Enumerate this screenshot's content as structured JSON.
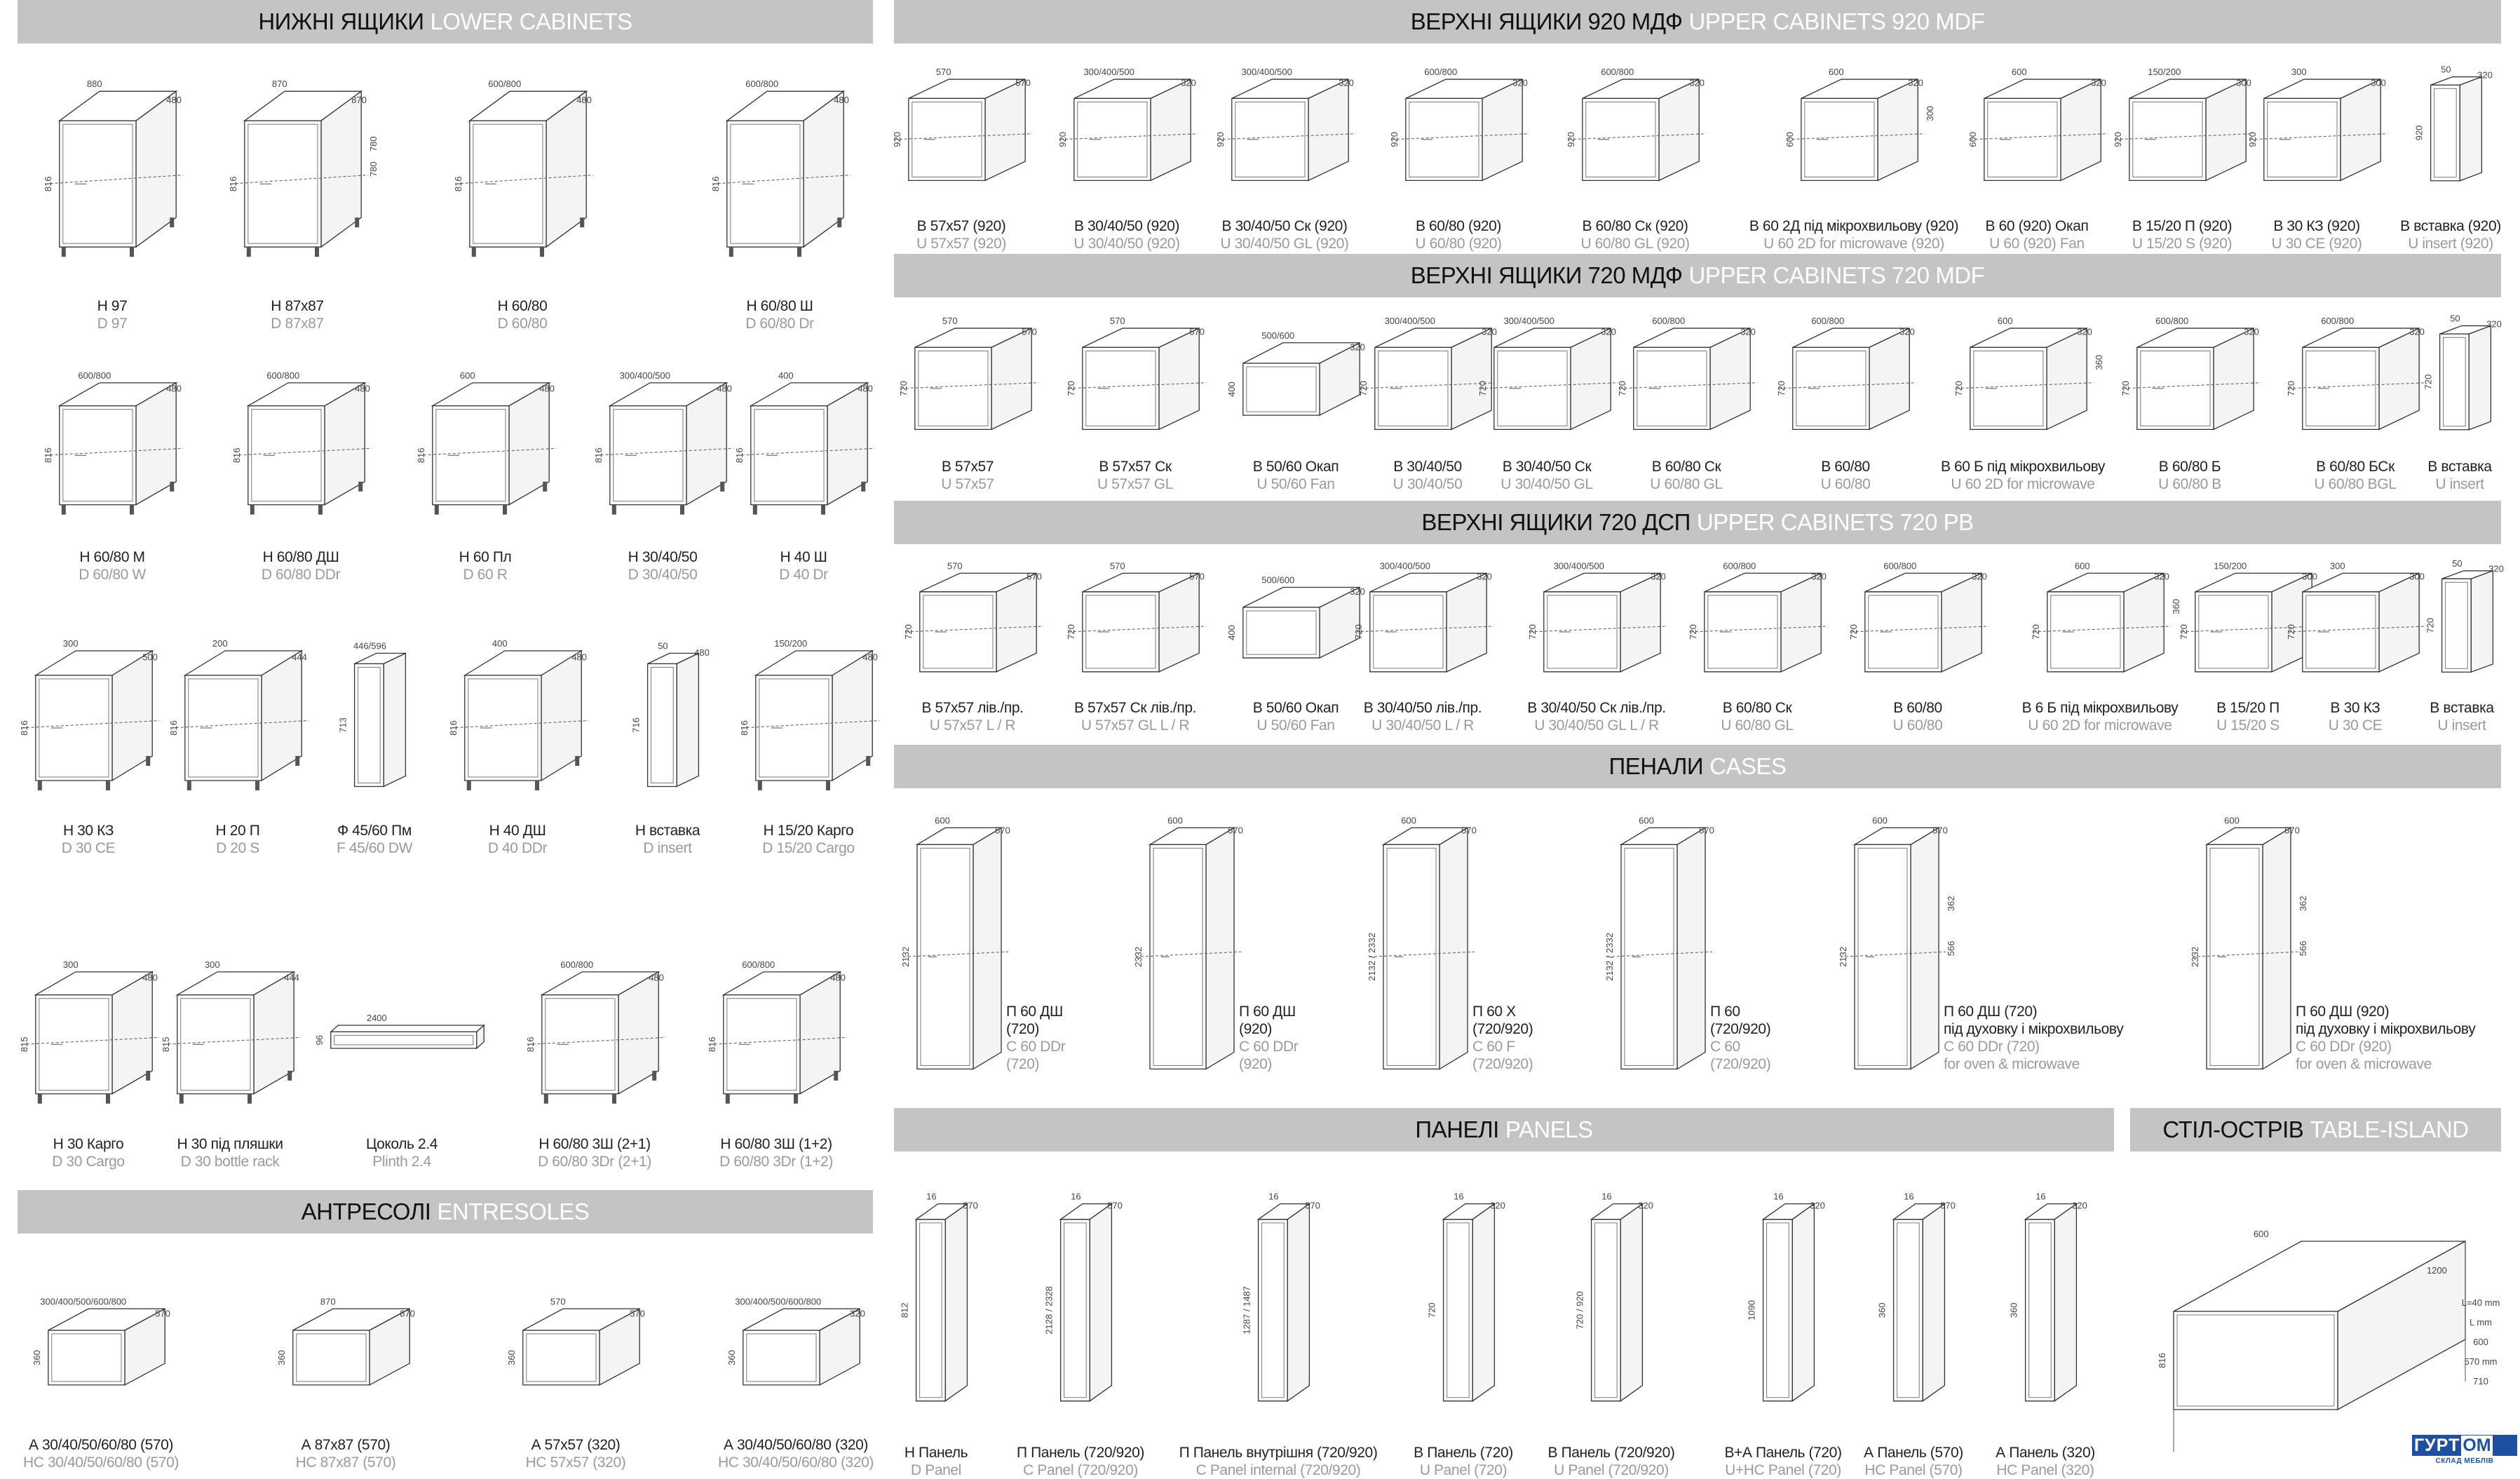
{
  "colors": {
    "header_bg": "#c4c4c4",
    "label": "#222222",
    "code": "#9a9a9a",
    "brand": "#1f4fa0"
  },
  "sections": {
    "lower": {
      "title_ua": "НИЖНІ ЯЩИКИ",
      "title_en": "LOWER CABINETS",
      "groups": [
        [
          {
            "name": "Н 97",
            "code": "D 97",
            "kind": "base",
            "dims": [
              "880",
              "480",
              "816"
            ]
          },
          {
            "name": "Н 87х87",
            "code": "D 87x87",
            "kind": "base",
            "dims": [
              "870",
              "870",
              "816",
              "780",
              "780"
            ]
          },
          {
            "name": "Н 60/80",
            "code": "D 60/80",
            "kind": "base",
            "dims": [
              "600/800",
              "480",
              "816"
            ]
          },
          {
            "name": "Н 60/80 Ш",
            "code": "D 60/80 Dr",
            "kind": "base",
            "dims": [
              "600/800",
              "480",
              "816"
            ]
          }
        ],
        [
          {
            "name": "Н 60/80 М",
            "code": "D 60/80 W",
            "kind": "base",
            "dims": [
              "600/800",
              "480",
              "816"
            ]
          },
          {
            "name": "Н 60/80 ДШ",
            "code": "D 60/80 DDr",
            "kind": "base",
            "dims": [
              "600/800",
              "480",
              "816"
            ]
          },
          {
            "name": "Н 60 Пл",
            "code": "D 60 R",
            "kind": "base",
            "dims": [
              "600",
              "480",
              "816"
            ]
          },
          {
            "name": "Н 30/40/50",
            "code": "D 30/40/50",
            "kind": "base",
            "dims": [
              "300/400/500",
              "480",
              "816"
            ]
          },
          {
            "name": "Н 40 Ш",
            "code": "D 40 Dr",
            "kind": "base",
            "dims": [
              "400",
              "480",
              "816"
            ]
          }
        ],
        [
          {
            "name": "Н 30 КЗ",
            "code": "D 30 CE",
            "kind": "base",
            "dims": [
              "300",
              "500",
              "816"
            ]
          },
          {
            "name": "Н 20 П",
            "code": "D 20 S",
            "kind": "base",
            "dims": [
              "200",
              "444",
              "816"
            ]
          },
          {
            "name": "Ф 45/60 Пм",
            "code": "F 45/60 DW",
            "kind": "panel",
            "dims": [
              "446/596",
              "",
              "713"
            ]
          },
          {
            "name": "Н 40 ДШ",
            "code": "D 40 DDr",
            "kind": "base",
            "dims": [
              "400",
              "480",
              "816"
            ]
          },
          {
            "name": "Н вставка",
            "code": "D insert",
            "kind": "panel",
            "dims": [
              "50",
              "480",
              "716"
            ]
          },
          {
            "name": "Н 15/20 Карго",
            "code": "D 15/20 Cargo",
            "kind": "base",
            "dims": [
              "150/200",
              "480",
              "816"
            ]
          }
        ],
        [
          {
            "name": "Н 30 Карго",
            "code": "D 30 Cargo",
            "kind": "base",
            "dims": [
              "300",
              "480",
              "815"
            ]
          },
          {
            "name": "Н 30 під пляшки",
            "code": "D 30 bottle rack",
            "kind": "base",
            "dims": [
              "300",
              "444",
              "815"
            ]
          },
          {
            "name": "Цоколь 2.4",
            "code": "Plinth  2.4",
            "kind": "plinth",
            "dims": [
              "2400",
              "",
              "96"
            ]
          },
          {
            "name": "Н 60/80 3Ш (2+1)",
            "code": "D 60/80 3Dr (2+1)",
            "kind": "base",
            "dims": [
              "600/800",
              "480",
              "816"
            ]
          },
          {
            "name": "Н 60/80 3Ш (1+2)",
            "code": "D 60/80 3Dr (1+2)",
            "kind": "base",
            "dims": [
              "600/800",
              "480",
              "816"
            ]
          }
        ]
      ]
    },
    "entresoles": {
      "title_ua": "АНТРЕСОЛІ",
      "title_en": "ENTRESOLES",
      "groups": [
        [
          {
            "name": "А 30/40/50/60/80 (570)",
            "code": "НС 30/40/50/60/80 (570)",
            "kind": "wall",
            "dims": [
              "300/400/500/600/800",
              "570",
              "360"
            ]
          },
          {
            "name": "А 87х87 (570)",
            "code": "НС 87x87 (570)",
            "kind": "wall",
            "dims": [
              "870",
              "870",
              "360"
            ]
          },
          {
            "name": "А 57х57 (320)",
            "code": "НС 57x57 (320)",
            "kind": "wall",
            "dims": [
              "570",
              "570",
              "360"
            ]
          },
          {
            "name": "А 30/40/50/60/80 (320)",
            "code": "НС 30/40/50/60/80 (320)",
            "kind": "wall",
            "dims": [
              "300/400/500/600/800",
              "320",
              "360"
            ]
          }
        ]
      ]
    },
    "upper920": {
      "title_ua": "ВЕРХНІ ЯЩИКИ 920 МДФ",
      "title_en": "UPPER CABINETS 920 MDF",
      "groups": [
        [
          {
            "name": "В 57х57 (920)",
            "code": "U 57x57 (920)",
            "kind": "upper",
            "dims": [
              "570",
              "570",
              "920"
            ]
          },
          {
            "name": "В 30/40/50 (920)",
            "code": "U 30/40/50 (920)",
            "kind": "upper",
            "dims": [
              "300/400/500",
              "320",
              "920"
            ]
          },
          {
            "name": "В 30/40/50 Ск (920)",
            "code": "U 30/40/50 GL (920)",
            "kind": "upper",
            "dims": [
              "300/400/500",
              "320",
              "920"
            ]
          },
          {
            "name": "В 60/80 (920)",
            "code": "U 60/80 (920)",
            "kind": "upper",
            "dims": [
              "600/800",
              "320",
              "920"
            ]
          },
          {
            "name": "В 60/80 Ск (920)",
            "code": "U 60/80 GL (920)",
            "kind": "upper",
            "dims": [
              "600/800",
              "320",
              "920"
            ]
          },
          {
            "name": "В 60 2Д під мікрохвильову (920)",
            "code": "U 60 2D for microwave (920)",
            "kind": "upper",
            "dims": [
              "600",
              "320",
              "600",
              "300"
            ]
          },
          {
            "name": "В 60 (920) Окап",
            "code": "U 60 (920) Fan",
            "kind": "upper",
            "dims": [
              "600",
              "320",
              "600"
            ]
          },
          {
            "name": "В 15/20 П (920)",
            "code": "U 15/20 S (920)",
            "kind": "upper",
            "dims": [
              "150/200",
              "300",
              "920"
            ]
          },
          {
            "name": "В 30 КЗ (920)",
            "code": "U 30 CE (920)",
            "kind": "upper",
            "dims": [
              "300",
              "300",
              "920"
            ]
          },
          {
            "name": "В вставка (920)",
            "code": "U insert (920)",
            "kind": "panel",
            "dims": [
              "50",
              "320",
              "920"
            ]
          }
        ]
      ]
    },
    "upper720": {
      "title_ua": "ВЕРХНІ ЯЩИКИ 720 МДФ",
      "title_en": "UPPER CABINETS 720 MDF",
      "groups": [
        [
          {
            "name": "В 57х57",
            "code": "U 57x57",
            "kind": "upper",
            "dims": [
              "570",
              "570",
              "720"
            ]
          },
          {
            "name": "В 57х57 Ск",
            "code": "U 57x57 GL",
            "kind": "upper",
            "dims": [
              "570",
              "570",
              "720"
            ]
          },
          {
            "name": "В 50/60 Окап",
            "code": "U 50/60 Fan",
            "kind": "wall",
            "dims": [
              "500/600",
              "320",
              "400"
            ]
          },
          {
            "name": "В 30/40/50",
            "code": "U 30/40/50",
            "kind": "upper",
            "dims": [
              "300/400/500",
              "320",
              "720"
            ]
          },
          {
            "name": "В 30/40/50 Ск",
            "code": "U 30/40/50 GL",
            "kind": "upper",
            "dims": [
              "300/400/500",
              "320",
              "720"
            ]
          },
          {
            "name": "В 60/80 Ск",
            "code": "U 60/80 GL",
            "kind": "upper",
            "dims": [
              "600/800",
              "320",
              "720"
            ]
          },
          {
            "name": "В 60/80",
            "code": "U 60/80",
            "kind": "upper",
            "dims": [
              "600/800",
              "320",
              "720"
            ]
          },
          {
            "name": "В 60 Б під мікрохвильову",
            "code": "U 60 2D for microwave",
            "kind": "upper",
            "dims": [
              "600",
              "320",
              "720",
              "360"
            ]
          },
          {
            "name": "В 60/80 Б",
            "code": "U 60/80 B",
            "kind": "upper",
            "dims": [
              "600/800",
              "320",
              "720"
            ]
          },
          {
            "name": "В 60/80 БСк",
            "code": "U 60/80 BGL",
            "kind": "upper",
            "dims": [
              "600/800",
              "320",
              "720"
            ]
          },
          {
            "name": "В вставка",
            "code": "U insert",
            "kind": "panel",
            "dims": [
              "50",
              "320",
              "720"
            ]
          }
        ]
      ]
    },
    "upper720pb": {
      "title_ua": "ВЕРХНІ ЯЩИКИ 720 ДСП",
      "title_en": "UPPER CABINETS 720 PB",
      "groups": [
        [
          {
            "name": "В 57х57 лів./пр.",
            "code": "U 57x57 L / R",
            "kind": "upper",
            "dims": [
              "570",
              "570",
              "720"
            ]
          },
          {
            "name": "В 57х57 Ск лів./пр.",
            "code": "U 57x57 GL L / R",
            "kind": "upper",
            "dims": [
              "570",
              "570",
              "720"
            ]
          },
          {
            "name": "В 50/60 Окап",
            "code": "U 50/60 Fan",
            "kind": "wall",
            "dims": [
              "500/600",
              "320",
              "400"
            ]
          },
          {
            "name": "В 30/40/50 лів./пр.",
            "code": "U 30/40/50 L / R",
            "kind": "upper",
            "dims": [
              "300/400/500",
              "320",
              "720"
            ]
          },
          {
            "name": "В 30/40/50 Ск лів./пр.",
            "code": "U 30/40/50 GL L / R",
            "kind": "upper",
            "dims": [
              "300/400/500",
              "320",
              "720"
            ]
          },
          {
            "name": "В 60/80 Ск",
            "code": "U 60/80 GL",
            "kind": "upper",
            "dims": [
              "600/800",
              "320",
              "720"
            ]
          },
          {
            "name": "В 60/80",
            "code": "U 60/80",
            "kind": "upper",
            "dims": [
              "600/800",
              "320",
              "720"
            ]
          },
          {
            "name": "В 6 Б під мікрохвильову",
            "code": "U 60 2D for microwave",
            "kind": "upper",
            "dims": [
              "600",
              "320",
              "720",
              "360"
            ]
          },
          {
            "name": "В 15/20 П",
            "code": "U 15/20 S",
            "kind": "upper",
            "dims": [
              "150/200",
              "300",
              "720"
            ]
          },
          {
            "name": "В 30 КЗ",
            "code": "U 30 CE",
            "kind": "upper",
            "dims": [
              "300",
              "300",
              "720"
            ]
          },
          {
            "name": "В вставка",
            "code": "U insert",
            "kind": "panel",
            "dims": [
              "50",
              "320",
              "720"
            ]
          }
        ]
      ]
    },
    "cases": {
      "title_ua": "ПЕНАЛИ",
      "title_en": "CASES",
      "groups": [
        [
          {
            "name": "П 60 ДШ",
            "name2": "(720)",
            "code": "C 60 DDr",
            "code2": "(720)",
            "kind": "tall",
            "dims": [
              "600",
              "570",
              "2132"
            ]
          },
          {
            "name": "П 60 ДШ",
            "name2": "(920)",
            "code": "C 60 DDr",
            "code2": "(920)",
            "kind": "tall",
            "dims": [
              "600",
              "570",
              "2332"
            ]
          },
          {
            "name": "П 60 Х",
            "name2": "(720/920)",
            "code": "C 60 F",
            "code2": "(720/920)",
            "kind": "tall",
            "dims": [
              "600",
              "570",
              "2132 / 2332"
            ]
          },
          {
            "name": "П 60",
            "name2": "(720/920)",
            "code": "C 60",
            "code2": "(720/920)",
            "kind": "tall",
            "dims": [
              "600",
              "570",
              "2132 / 2332"
            ]
          },
          {
            "name": "П 60 ДШ (720)",
            "name2": "під духовку і мікрохвильову",
            "code": "C 60 DDr (720)",
            "code2": "for oven & microwave",
            "kind": "tall",
            "dims": [
              "600",
              "570",
              "2132",
              "362",
              "566"
            ]
          },
          {
            "name": "П 60 ДШ (920)",
            "name2": "під духовку і мікрохвильову",
            "code": "C 60 DDr (920)",
            "code2": "for oven & microwave",
            "kind": "tall",
            "dims": [
              "600",
              "570",
              "2332",
              "362",
              "566"
            ]
          }
        ]
      ]
    },
    "panels": {
      "title_ua": "ПАНЕЛІ",
      "title_en": "PANELS",
      "groups": [
        [
          {
            "name": "Н Панель",
            "code": "D Panel",
            "kind": "panel",
            "dims": [
              "16",
              "570",
              "812"
            ]
          },
          {
            "name": "П Панель (720/920)",
            "code": "C Panel (720/920)",
            "kind": "panel",
            "dims": [
              "16",
              "570",
              "2128 / 2328"
            ]
          },
          {
            "name": "П Панель внутрішня (720/920)",
            "code": "C Panel internal (720/920)",
            "kind": "panel",
            "dims": [
              "16",
              "570",
              "1287 / 1487"
            ]
          },
          {
            "name": "В Панель (720)",
            "code": "U Panel (720)",
            "kind": "panel",
            "dims": [
              "16",
              "320",
              "720"
            ]
          },
          {
            "name": "В Панель (720/920)",
            "code": "U Panel (720/920)",
            "kind": "panel",
            "dims": [
              "16",
              "320",
              "720 / 920"
            ]
          },
          {
            "name": "В+А Панель (720)",
            "code": "U+HC Panel (720)",
            "kind": "panel",
            "dims": [
              "16",
              "320",
              "1090"
            ]
          },
          {
            "name": "А Панель (570)",
            "code": "HC Panel (570)",
            "kind": "panel",
            "dims": [
              "16",
              "570",
              "360"
            ]
          },
          {
            "name": "А Панель (320)",
            "code": "HC Panel (320)",
            "kind": "panel",
            "dims": [
              "16",
              "320",
              "360"
            ]
          }
        ]
      ]
    },
    "island": {
      "title_ua": "СТІЛ-ОСТРІВ",
      "title_en": "TABLE-ISLAND",
      "groups": [
        [
          {
            "kind": "table",
            "dims": [
              "600",
              "1200",
              "816",
              "L=40 mm",
              "L mm",
              "600",
              "570 mm",
              "710"
            ]
          }
        ]
      ]
    }
  },
  "logo": {
    "text_a": "ГУРТ",
    "text_b": "ОМ",
    "subtitle": "СКЛАД МЕБЛІВ"
  }
}
